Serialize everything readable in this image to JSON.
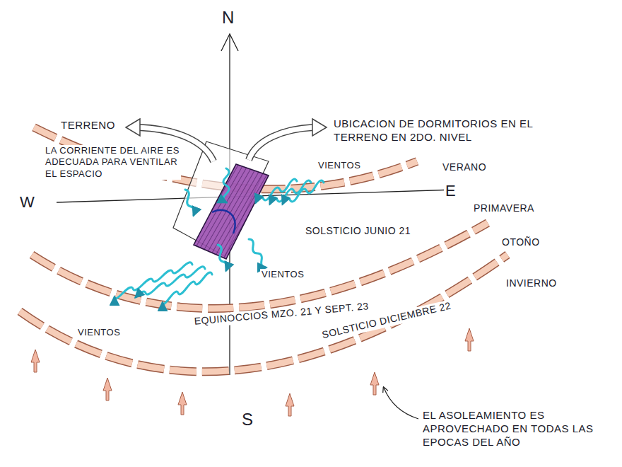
{
  "diagram": {
    "labels": [
      "N",
      "W",
      "E",
      "S",
      "TERRENO",
      "UBICACION DE DORMITORIOS EN EL TERRENO EN 2DO. NIVEL",
      "LA CORRIENTE DEL AIRE ES ADECUADA PARA VENTILAR EL ESPACIO",
      "VIENTOS",
      "VERANO",
      "PRIMAVERA",
      "OTOÑO",
      "INVIERNO",
      "SOLSTICIO JUNIO 21",
      "VIENTOS",
      "EQUINOCCIOS MZO. 21 Y SEPT. 23",
      "VIENTOS",
      "SOLSTICIO DICIEMBRE 22",
      "EL ASOLEAMIENTO ES APROVECHADO EN TODAS LAS EPOCAS DEL AÑO"
    ]
  }
}
